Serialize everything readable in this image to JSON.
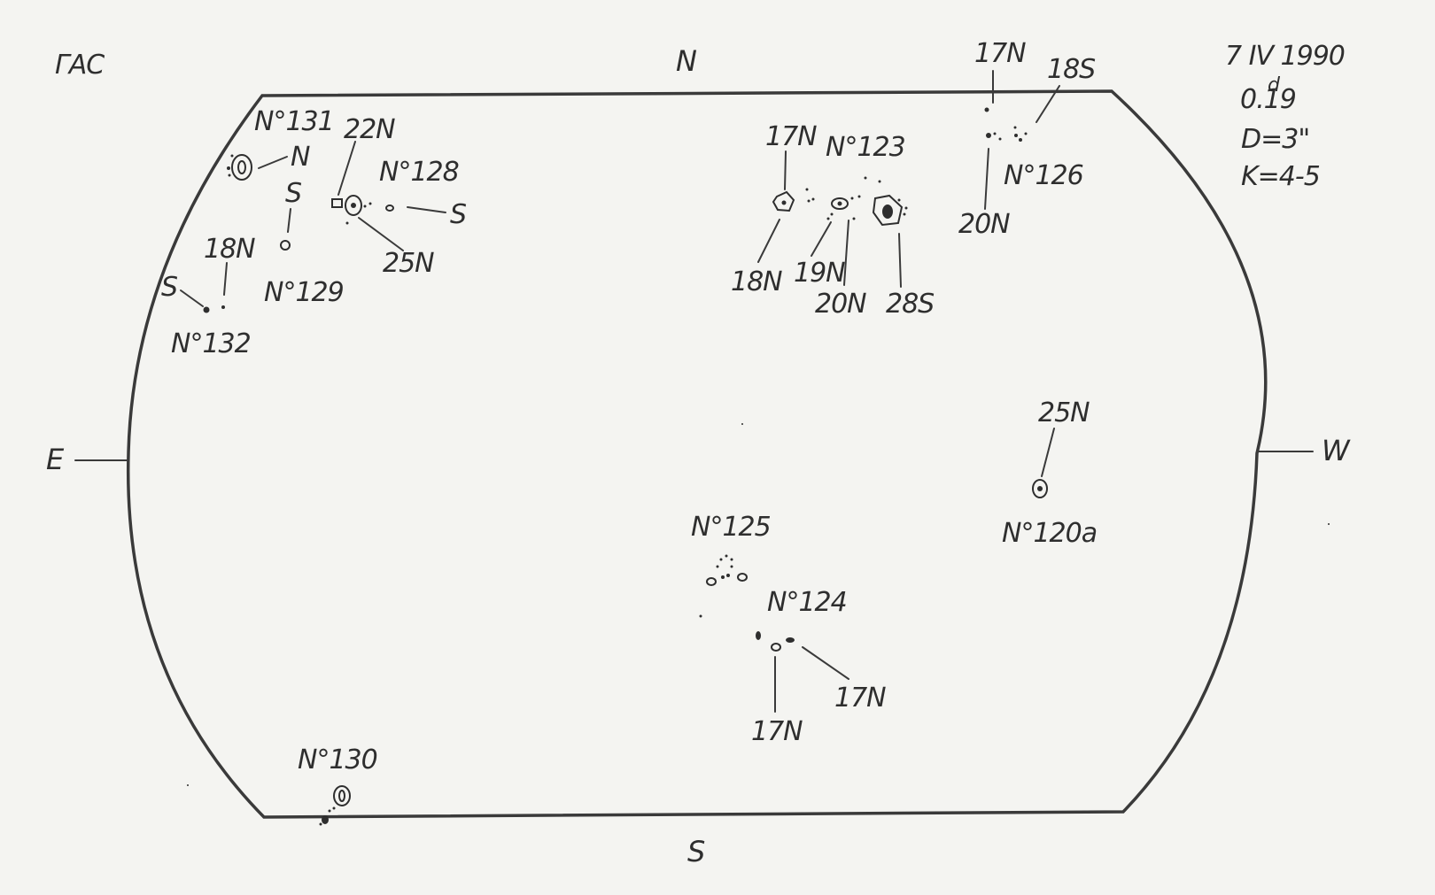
{
  "observatory": "ГАС",
  "date": "7 IV 1990",
  "time": "0.19",
  "time_sup": "d",
  "diameter": "D=3\"",
  "quality": "K=4-5",
  "compass": {
    "north": "N",
    "south": "S",
    "east": "E",
    "west": "W"
  },
  "groups": {
    "g131": {
      "number": "N°131",
      "pole": "N"
    },
    "g128": {
      "number": "N°128",
      "lat_left": "22N",
      "lat_right": "S",
      "lat_bottom": "25N"
    },
    "g129": {
      "number": "N°129",
      "pole": "S"
    },
    "g132": {
      "number": "N°132",
      "lat_top": "18N",
      "pole": "S"
    },
    "g123": {
      "number": "N°123",
      "lat_a": "17N",
      "lat_b": "18N",
      "lat_c": "19N",
      "lat_d": "20N",
      "lat_e": "28S"
    },
    "g126": {
      "number": "N°126",
      "lat_top_left": "17N",
      "lat_top_right": "18S",
      "lat_bottom": "20N"
    },
    "g120a": {
      "number": "N°120a",
      "lat": "25N"
    },
    "g125": {
      "number": "N°125"
    },
    "g124": {
      "number": "N°124",
      "lat_right": "17N",
      "lat_bottom": "17N"
    },
    "g130": {
      "number": "N°130"
    }
  }
}
